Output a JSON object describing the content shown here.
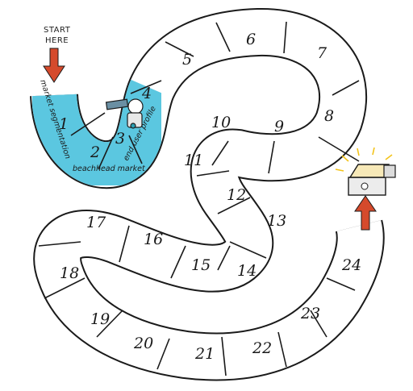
{
  "start": {
    "line1": "START",
    "line2": "HERE"
  },
  "colors": {
    "track_blue": "#5bc7e0",
    "arrow": "#d54a2c",
    "outline": "#1a1a1a",
    "chest_glow": "#f3c319"
  },
  "icons": {
    "explorer": "explorer-with-telescope-icon",
    "chest": "treasure-chest-icon"
  },
  "spaces": [
    {
      "n": "1",
      "label": "market segmentation",
      "highlight": true
    },
    {
      "n": "2",
      "label": "beachhead market",
      "highlight": true
    },
    {
      "n": "3",
      "label": "end user profile",
      "highlight": true
    },
    {
      "n": "4"
    },
    {
      "n": "5"
    },
    {
      "n": "6"
    },
    {
      "n": "7"
    },
    {
      "n": "8"
    },
    {
      "n": "9"
    },
    {
      "n": "10"
    },
    {
      "n": "11"
    },
    {
      "n": "12"
    },
    {
      "n": "13"
    },
    {
      "n": "14"
    },
    {
      "n": "15"
    },
    {
      "n": "16"
    },
    {
      "n": "17"
    },
    {
      "n": "18"
    },
    {
      "n": "19"
    },
    {
      "n": "20"
    },
    {
      "n": "21"
    },
    {
      "n": "22"
    },
    {
      "n": "23"
    },
    {
      "n": "24"
    }
  ]
}
